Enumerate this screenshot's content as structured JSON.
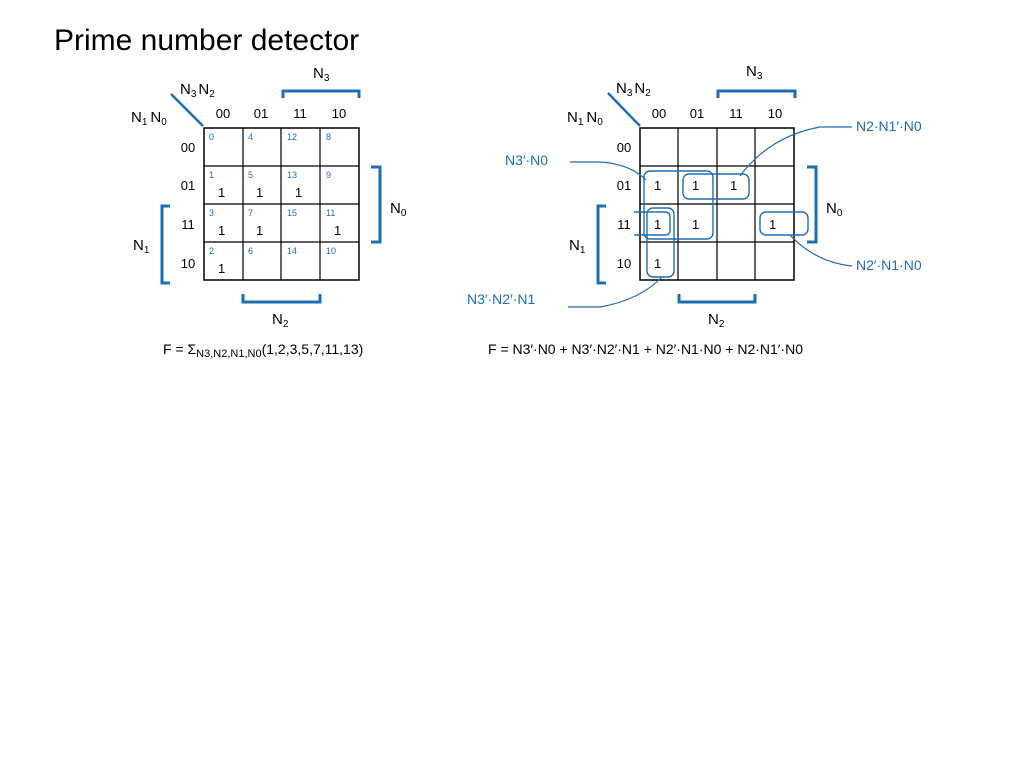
{
  "slide": {
    "title": "Prime number detector"
  },
  "left_map": {
    "row_var_1": "N",
    "row_var_1_sub": "1",
    "row_var_0": "N",
    "row_var_0_sub": "0",
    "col_var_3": "N",
    "col_var_3_sub": "3",
    "col_var_2": "N",
    "col_var_2_sub": "2",
    "col_headers": [
      "00",
      "01",
      "11",
      "10"
    ],
    "row_headers": [
      "00",
      "01",
      "11",
      "10"
    ],
    "minterms": [
      [
        "0",
        "4",
        "12",
        "8"
      ],
      [
        "1",
        "5",
        "13",
        "9"
      ],
      [
        "3",
        "7",
        "15",
        "11"
      ],
      [
        "2",
        "6",
        "14",
        "10"
      ]
    ],
    "values": [
      [
        "",
        "",
        "",
        ""
      ],
      [
        "1",
        "1",
        "1",
        ""
      ],
      [
        "1",
        "1",
        "",
        "1"
      ],
      [
        "1",
        "",
        "",
        ""
      ]
    ],
    "bracket_n3": {
      "base": "N",
      "sub": "3"
    },
    "bracket_n0": {
      "base": "N",
      "sub": "0"
    },
    "bracket_n1": {
      "base": "N",
      "sub": "1"
    },
    "bracket_n2": {
      "base": "N",
      "sub": "2"
    },
    "equation": {
      "prefix": "F = Σ",
      "subscript": "N3,N2,N1,N0",
      "args": "(1,2,3,5,7,11,13)"
    }
  },
  "right_map": {
    "row_var_1": "N",
    "row_var_1_sub": "1",
    "row_var_0": "N",
    "row_var_0_sub": "0",
    "col_var_3": "N",
    "col_var_3_sub": "3",
    "col_var_2": "N",
    "col_var_2_sub": "2",
    "col_headers": [
      "00",
      "01",
      "11",
      "10"
    ],
    "row_headers": [
      "00",
      "01",
      "11",
      "10"
    ],
    "values": [
      [
        "",
        "",
        "",
        ""
      ],
      [
        "1",
        "1",
        "1",
        ""
      ],
      [
        "1",
        "1",
        "",
        "1"
      ],
      [
        "1",
        "",
        "",
        ""
      ]
    ],
    "bracket_n3": {
      "base": "N",
      "sub": "3"
    },
    "bracket_n0": {
      "base": "N",
      "sub": "0"
    },
    "bracket_n1": {
      "base": "N",
      "sub": "1"
    },
    "bracket_n2": {
      "base": "N",
      "sub": "2"
    },
    "term_labels": {
      "t1": "N3′·N0",
      "t2": "N2·N1′·N0",
      "t3": "N3′·N2′·N1",
      "t4": "N2′·N1·N0"
    },
    "equation": "F = N3′·N0 + N3′·N2′·N1 + N2′·N1·N0 + N2·N1′·N0"
  },
  "colors": {
    "ink": "#000000",
    "accent": "#1e6eb4"
  }
}
